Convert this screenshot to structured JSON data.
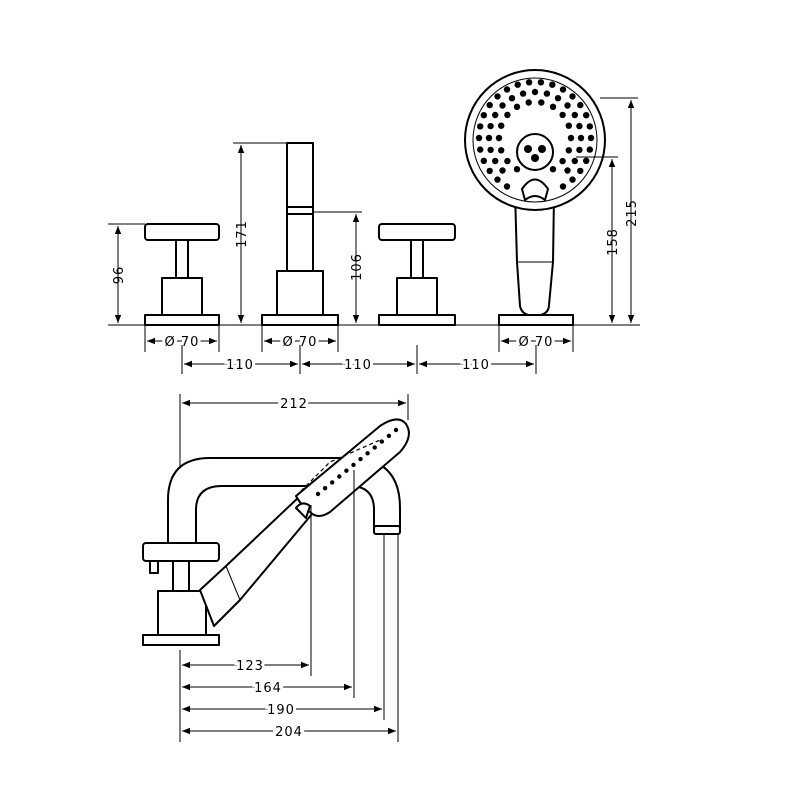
{
  "front_view": {
    "dims_vertical": {
      "valve_height": "96",
      "spout_height": "171",
      "spout_outlet_height": "106",
      "shower_holder_height": "158",
      "shower_total_height": "215"
    },
    "diameters": {
      "valve_left": "Ø 70",
      "spout": "Ø 70",
      "shower": "Ø 70"
    },
    "spacing": {
      "gap_1": "110",
      "gap_2": "110",
      "gap_3": "110"
    }
  },
  "side_view": {
    "overall_length": "212",
    "dims_horizontal": {
      "d123": "123",
      "d164": "164",
      "d190": "190",
      "d204": "204"
    }
  }
}
